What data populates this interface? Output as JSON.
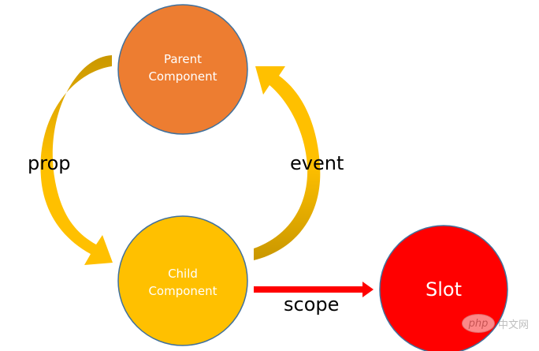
{
  "diagram": {
    "nodes": {
      "parent": {
        "label_line1": "Parent",
        "label_line2": "Component",
        "fill": "#ED7D31",
        "stroke": "#41719C"
      },
      "child": {
        "label_line1": "Child",
        "label_line2": "Component",
        "fill": "#FFC000",
        "stroke": "#41719C"
      },
      "slot": {
        "label": "Slot",
        "fill": "#FF0000",
        "stroke": "#41719C"
      }
    },
    "edges": {
      "prop": {
        "label": "prop",
        "color_light": "#FFC000",
        "color_dark": "#C99700"
      },
      "event": {
        "label": "event",
        "color_light": "#FFC000",
        "color_dark": "#C99700"
      },
      "scope": {
        "label": "scope",
        "color": "#FF0000"
      }
    }
  },
  "watermark": {
    "logo": "php",
    "text": "中文网"
  }
}
